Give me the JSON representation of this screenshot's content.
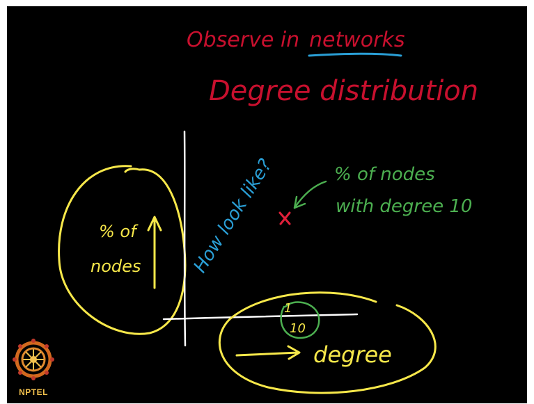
{
  "board": {
    "background": "#000000"
  },
  "title": {
    "line1_prefix": "Observe in",
    "line1_emph": "networks",
    "line2": "Degree distribution",
    "color": "#c8102e",
    "underline_color": "#2a9fd6"
  },
  "plot": {
    "axis_color": "#ffffff",
    "diagonal_text": "How look like?",
    "diagonal_color": "#2a9fd6",
    "marker": "x",
    "marker_color": "#e0203a",
    "annotation_line1": "% of nodes",
    "annotation_line2": "with degree 10",
    "annotation_color": "#4caf50",
    "tick_top": "1",
    "tick_bottom": "10"
  },
  "left_label": {
    "line1": "% of",
    "line2": "nodes",
    "color": "#f7e84a"
  },
  "bottom_label": {
    "text": "degree",
    "color": "#f7e84a"
  },
  "logo": {
    "text": "NPTEL",
    "color": "#f2c14e"
  }
}
